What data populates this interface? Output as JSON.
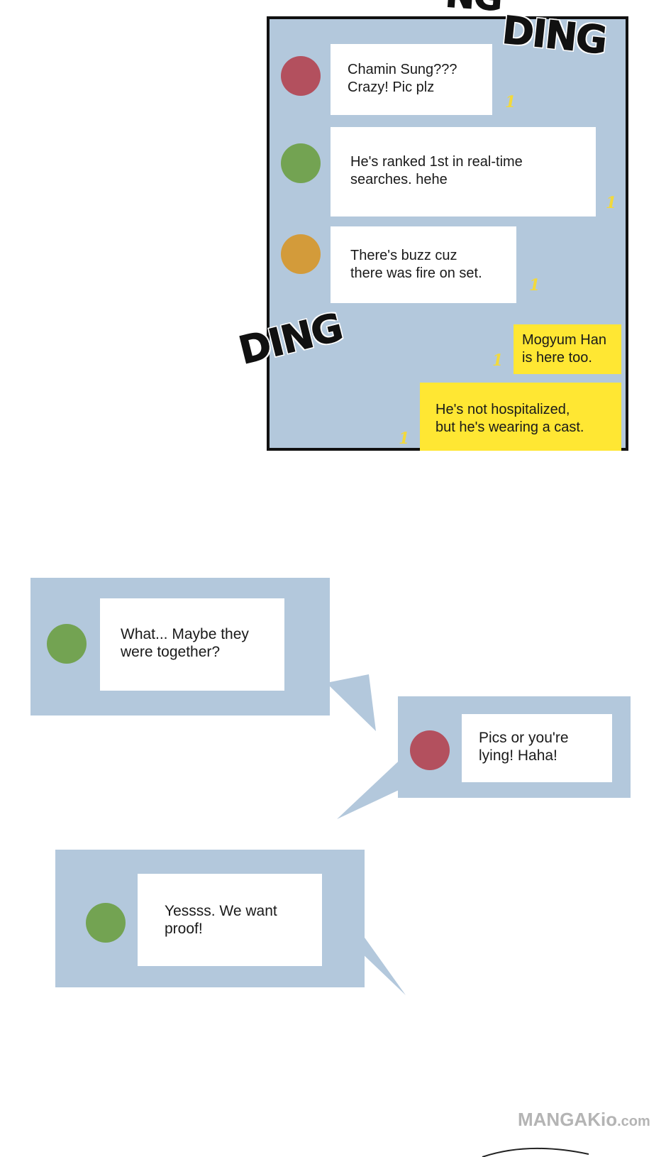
{
  "sfx": {
    "ding_top": "DING",
    "ding_left": "DING"
  },
  "chat": {
    "messages": [
      {
        "text": "Chamin Sung???\nCrazy! Pic plz",
        "read": "1",
        "avatar_color": "#b3505e"
      },
      {
        "text": "He's ranked 1st in real-time\nsearches. hehe",
        "read": "1",
        "avatar_color": "#73a352"
      },
      {
        "text": "There's buzz cuz\nthere was fire on set.",
        "read": "1",
        "avatar_color": "#d39b3a"
      },
      {
        "text": "Mogyum Han\nis here too.",
        "read": "1",
        "sender": "me"
      },
      {
        "text": "He's not hospitalized,\nbut he's wearing a cast.",
        "read": "1",
        "sender": "me"
      }
    ]
  },
  "cards": [
    {
      "text": "What... Maybe they\nwere together?",
      "avatar_color": "#73a352"
    },
    {
      "text": "Pics or you're\nlying! Haha!",
      "avatar_color": "#b3505e"
    },
    {
      "text": "Yessss. We want\nproof!",
      "avatar_color": "#73a352"
    }
  ],
  "watermark": {
    "brand": "MANGAKio",
    "suffix": ".com"
  },
  "colors": {
    "panel_bg": "#b3c8dc",
    "my_bubble": "#ffe733",
    "read_count": "#f2d93c"
  }
}
